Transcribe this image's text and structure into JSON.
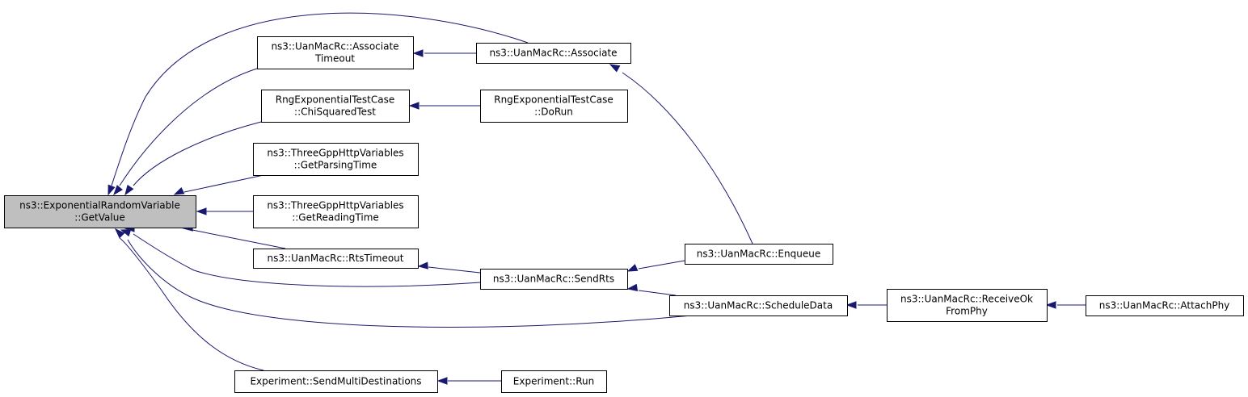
{
  "diagram": {
    "edge_color": "#191970",
    "root_fill": "#bfbfbf",
    "node_fill": "#ffffff",
    "nodes": [
      {
        "id": "getvalue",
        "lines": [
          "ns3::ExponentialRandomVariable",
          "::GetValue"
        ],
        "root": true
      },
      {
        "id": "assoc_timeout",
        "lines": [
          "ns3::UanMacRc::Associate",
          "Timeout"
        ]
      },
      {
        "id": "chisq",
        "lines": [
          "RngExponentialTestCase",
          "::ChiSquaredTest"
        ]
      },
      {
        "id": "parsing",
        "lines": [
          "ns3::ThreeGppHttpVariables",
          "::GetParsingTime"
        ]
      },
      {
        "id": "reading",
        "lines": [
          "ns3::ThreeGppHttpVariables",
          "::GetReadingTime"
        ]
      },
      {
        "id": "rtstimeout",
        "lines": [
          "ns3::UanMacRc::RtsTimeout"
        ]
      },
      {
        "id": "sendmulti",
        "lines": [
          "Experiment::SendMultiDestinations"
        ]
      },
      {
        "id": "associate",
        "lines": [
          "ns3::UanMacRc::Associate"
        ]
      },
      {
        "id": "dorun",
        "lines": [
          "RngExponentialTestCase",
          "::DoRun"
        ]
      },
      {
        "id": "sendrts",
        "lines": [
          "ns3::UanMacRc::SendRts"
        ]
      },
      {
        "id": "exprun",
        "lines": [
          "Experiment::Run"
        ]
      },
      {
        "id": "enqueue",
        "lines": [
          "ns3::UanMacRc::Enqueue"
        ]
      },
      {
        "id": "scheduledata",
        "lines": [
          "ns3::UanMacRc::ScheduleData"
        ]
      },
      {
        "id": "receiveok",
        "lines": [
          "ns3::UanMacRc::ReceiveOk",
          "FromPhy"
        ]
      },
      {
        "id": "attachphy",
        "lines": [
          "ns3::UanMacRc::AttachPhy"
        ]
      }
    ],
    "edges": [
      {
        "from": "assoc_timeout",
        "to": "getvalue"
      },
      {
        "from": "associate",
        "to": "getvalue"
      },
      {
        "from": "chisq",
        "to": "getvalue"
      },
      {
        "from": "parsing",
        "to": "getvalue"
      },
      {
        "from": "reading",
        "to": "getvalue"
      },
      {
        "from": "rtstimeout",
        "to": "getvalue"
      },
      {
        "from": "sendrts",
        "to": "getvalue"
      },
      {
        "from": "scheduledata",
        "to": "getvalue"
      },
      {
        "from": "sendmulti",
        "to": "getvalue"
      },
      {
        "from": "associate",
        "to": "assoc_timeout"
      },
      {
        "from": "dorun",
        "to": "chisq"
      },
      {
        "from": "sendrts",
        "to": "rtstimeout"
      },
      {
        "from": "exprun",
        "to": "sendmulti"
      },
      {
        "from": "enqueue",
        "to": "associate"
      },
      {
        "from": "enqueue",
        "to": "sendrts"
      },
      {
        "from": "scheduledata",
        "to": "sendrts"
      },
      {
        "from": "receiveok",
        "to": "scheduledata"
      },
      {
        "from": "attachphy",
        "to": "receiveok"
      }
    ]
  }
}
